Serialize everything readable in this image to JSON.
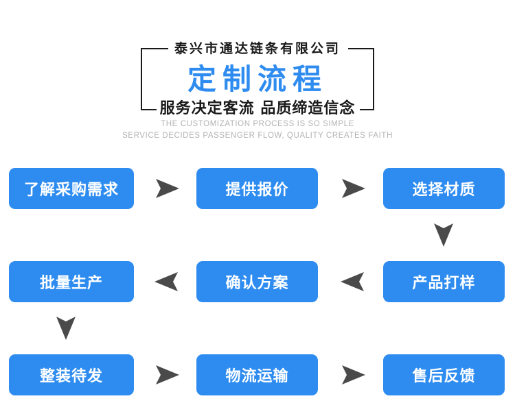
{
  "header": {
    "company_name": "泰兴市通达链条有限公司",
    "main_title": "定制流程",
    "slogan": "服务决定客流 品质缔造信念",
    "english_line_1": "THE CUSTOMIZATION PROCESS IS SO SIMPLE",
    "english_line_2": "SERVICE DECIDES PASSENGER FLOW, QUALITY CREATES FAITH"
  },
  "colors": {
    "accent_blue": "#2e8cf0",
    "arrow_gray": "#4a4a4a",
    "text_dark": "#1a1a1a",
    "english_gray": "#b3b3b3",
    "background": "#ffffff"
  },
  "flow": {
    "steps": [
      {
        "index": 1,
        "label": "了解采购需求",
        "row": 1,
        "col": 1
      },
      {
        "index": 2,
        "label": "提供报价",
        "row": 1,
        "col": 2
      },
      {
        "index": 3,
        "label": "选择材质",
        "row": 1,
        "col": 3
      },
      {
        "index": 4,
        "label": "产品打样",
        "row": 2,
        "col": 3
      },
      {
        "index": 5,
        "label": "确认方案",
        "row": 2,
        "col": 2
      },
      {
        "index": 6,
        "label": "批量生产",
        "row": 2,
        "col": 1
      },
      {
        "index": 7,
        "label": "整装待发",
        "row": 3,
        "col": 1
      },
      {
        "index": 8,
        "label": "物流运输",
        "row": 3,
        "col": 2
      },
      {
        "index": 9,
        "label": "售后反馈",
        "row": 3,
        "col": 3
      }
    ],
    "connectors": [
      {
        "name": "arrow-right-row1-1",
        "direction": "right"
      },
      {
        "name": "arrow-right-row1-2",
        "direction": "right"
      },
      {
        "name": "arrow-down-right",
        "direction": "down"
      },
      {
        "name": "arrow-left-row2-1",
        "direction": "left"
      },
      {
        "name": "arrow-left-row2-2",
        "direction": "left"
      },
      {
        "name": "arrow-down-left",
        "direction": "down"
      },
      {
        "name": "arrow-right-row3-1",
        "direction": "right"
      },
      {
        "name": "arrow-right-row3-2",
        "direction": "right"
      }
    ]
  }
}
